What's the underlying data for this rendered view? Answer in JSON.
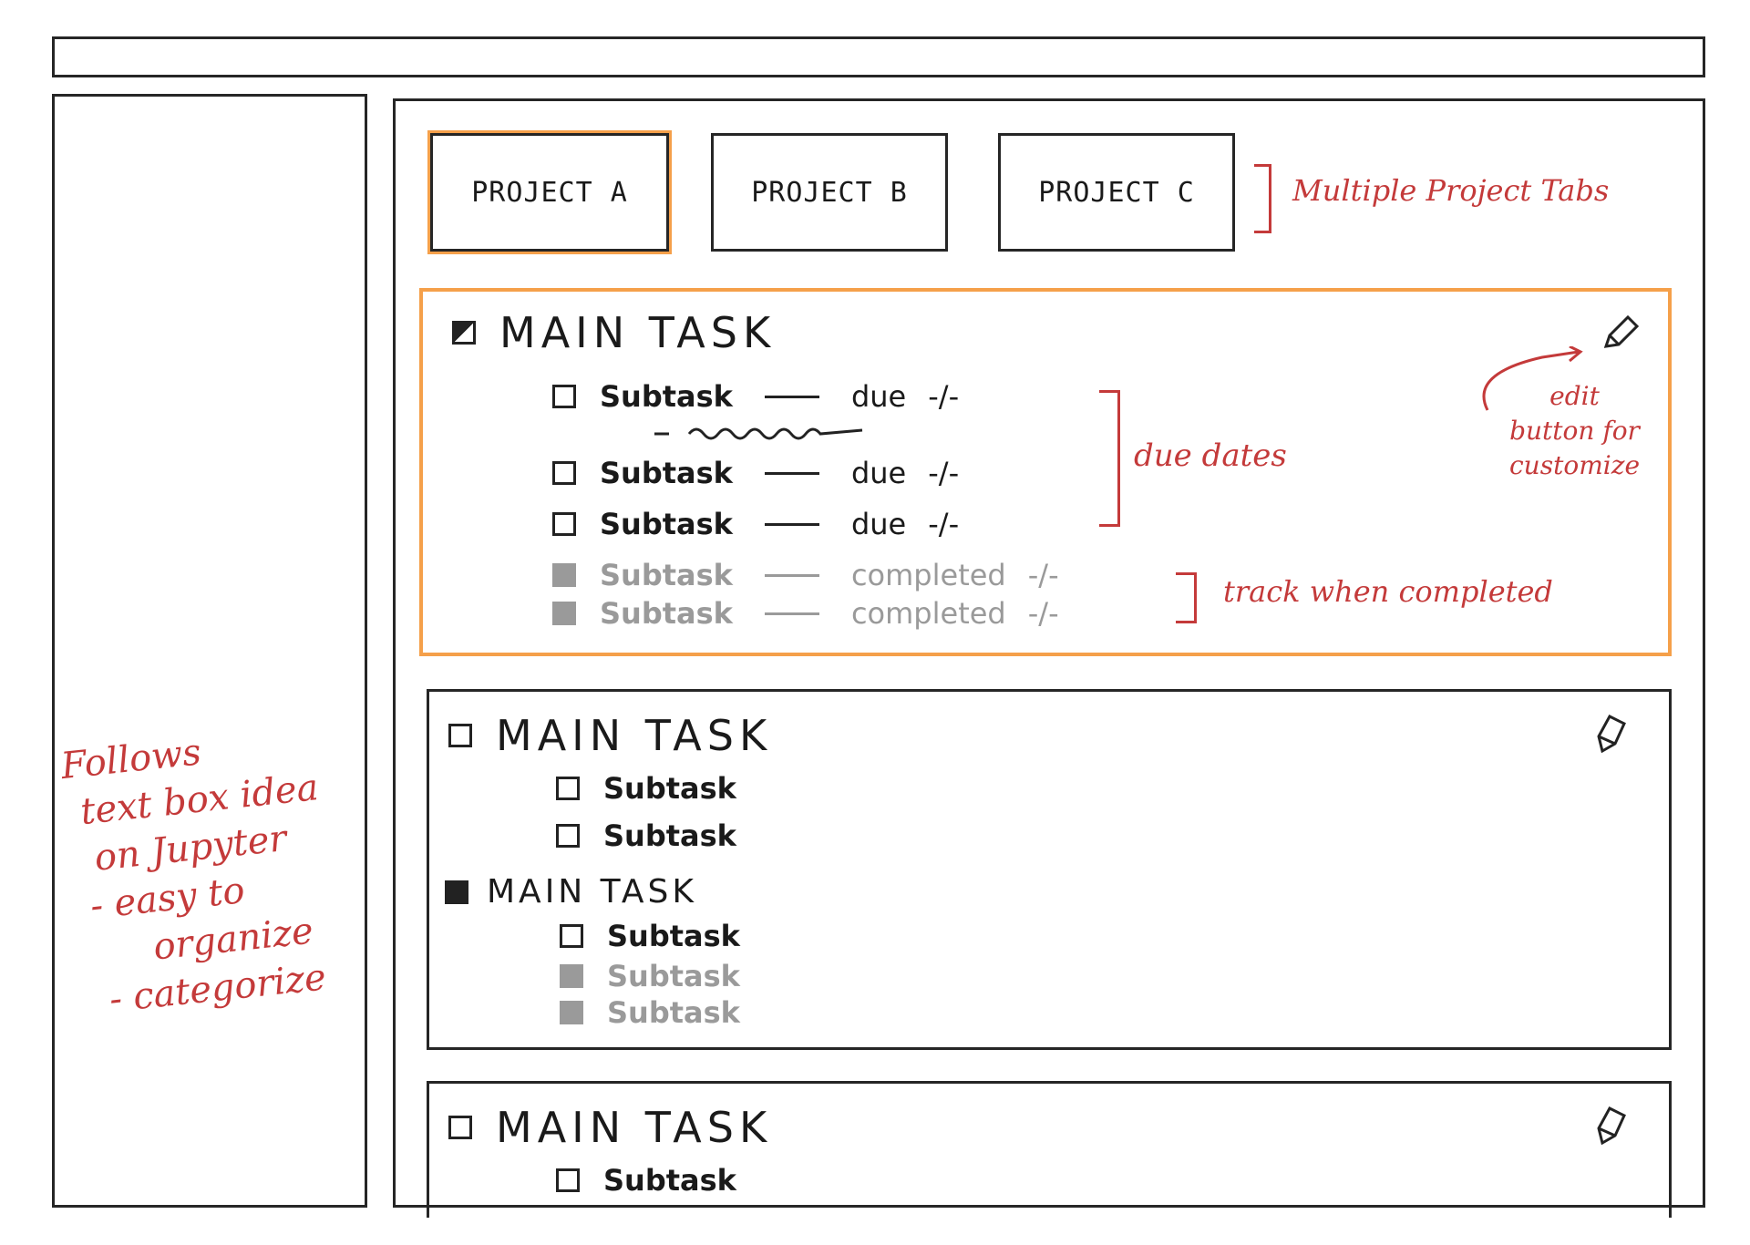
{
  "tabs": [
    {
      "label": "PROJECT A"
    },
    {
      "label": "PROJECT B"
    },
    {
      "label": "PROJECT C"
    }
  ],
  "cards": [
    {
      "main_label": "MAIN TASK",
      "subtasks": [
        {
          "label": "Subtask",
          "due_label": "due",
          "due_value": "-/-"
        },
        {
          "label": "Subtask",
          "due_label": "due",
          "due_value": "-/-"
        },
        {
          "label": "Subtask",
          "due_label": "due",
          "due_value": "-/-"
        },
        {
          "label": "Subtask",
          "due_label": "completed",
          "due_value": "-/-"
        },
        {
          "label": "Subtask",
          "due_label": "completed",
          "due_value": "-/-"
        }
      ]
    },
    {
      "main_label": "MAIN TASK",
      "subtasks": [
        {
          "label": "Subtask"
        },
        {
          "label": "Subtask"
        }
      ],
      "main2_label": "MAIN TASK",
      "subtasks2": [
        {
          "label": "Subtask"
        },
        {
          "label": "Subtask"
        },
        {
          "label": "Subtask"
        }
      ]
    },
    {
      "main_label": "MAIN TASK",
      "subtasks": [
        {
          "label": "Subtask"
        }
      ]
    }
  ],
  "annotations": {
    "tabs_note": "Multiple Project Tabs",
    "due_note": "due dates",
    "edit_note": [
      "edit",
      "button for",
      "customize"
    ],
    "completed_note": "track when completed",
    "sidebar_note": [
      "Follows",
      "text box idea",
      "on Jupyter",
      "- easy to",
      "organize",
      "- categorize"
    ]
  },
  "colors": {
    "active_outline": "#f5a04a",
    "annotation": "#c43a3a",
    "completed": "#9a9a9a"
  },
  "icons": {
    "edit": "pencil-icon"
  }
}
